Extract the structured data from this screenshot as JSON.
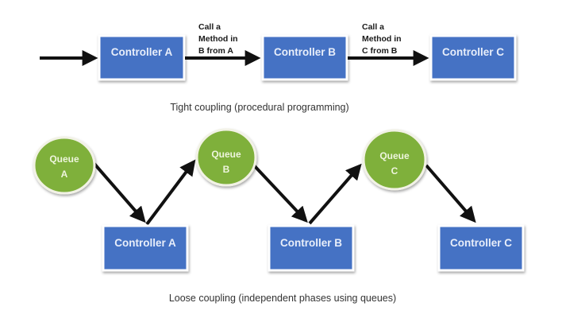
{
  "tight_coupling": {
    "caption": "Tight coupling (procedural programming)",
    "controllers": [
      {
        "label": "Controller A"
      },
      {
        "label": "Controller B"
      },
      {
        "label": "Controller C"
      }
    ],
    "call_notes": [
      {
        "lines": [
          "Call  a",
          "Method in",
          "B from A"
        ]
      },
      {
        "lines": [
          "Call a",
          "Method in",
          "C from B"
        ]
      }
    ]
  },
  "loose_coupling": {
    "caption": "Loose coupling (independent phases using queues)",
    "queues": [
      {
        "lines": [
          "Queue",
          "A"
        ]
      },
      {
        "lines": [
          "Queue",
          "B"
        ]
      },
      {
        "lines": [
          "Queue",
          "C"
        ]
      }
    ],
    "controllers": [
      {
        "label": "Controller A"
      },
      {
        "label": "Controller B"
      },
      {
        "label": "Controller C"
      }
    ]
  },
  "colors": {
    "controller_fill": "#4472c4",
    "queue_fill": "#7fb03a",
    "arrow": "#111111"
  }
}
